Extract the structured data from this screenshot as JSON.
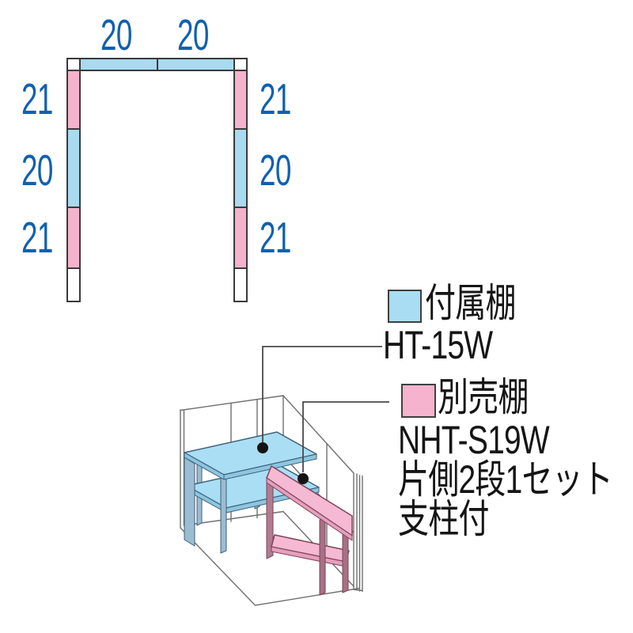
{
  "diagram": {
    "dimensions": {
      "top": [
        "20",
        "20"
      ],
      "left": [
        "21",
        "20",
        "21"
      ],
      "right": [
        "21",
        "20",
        "21"
      ]
    },
    "colors": {
      "attached_blue": "#a8daf0",
      "optional_pink": "#f4b2cd",
      "outline": "#3a3a3a",
      "number_blue": "#1060b0"
    }
  },
  "legend": {
    "attached": {
      "label": "付属棚",
      "model": "HT-15W",
      "swatch_color": "#a8ddf2"
    },
    "optional": {
      "label": "別売棚",
      "model": "NHT-S19W",
      "set_note": "片側2段1セット",
      "support_note": "支柱付",
      "swatch_color": "#f5b3ce"
    }
  }
}
